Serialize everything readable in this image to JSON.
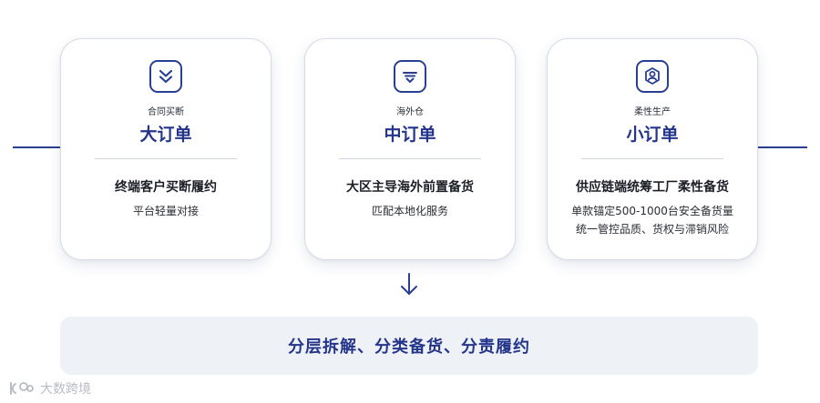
{
  "cards": [
    {
      "icon": "double-chevron-down-icon",
      "small_label": "合同买断",
      "title": "大订单",
      "heading": "终端客户买断履约",
      "lines": [
        "平台轻量对接"
      ]
    },
    {
      "icon": "warehouse-box-icon",
      "small_label": "海外仓",
      "title": "中订单",
      "heading": "大区主导海外前置备货",
      "lines": [
        "匹配本地化服务"
      ]
    },
    {
      "icon": "person-badge-icon",
      "small_label": "柔性生产",
      "title": "小订单",
      "heading": "供应链端统筹工厂柔性备货",
      "lines": [
        "单款锚定500-1000台安全备货量",
        "统一管控品质、货权与滞销风险"
      ]
    }
  ],
  "banner": {
    "text": "分层拆解、分类备货、分责履约"
  },
  "watermark": {
    "text": "大数跨境"
  },
  "colors": {
    "accent": "#24358a",
    "banner_bg": "#eef1f6",
    "border": "#d7dce8"
  }
}
